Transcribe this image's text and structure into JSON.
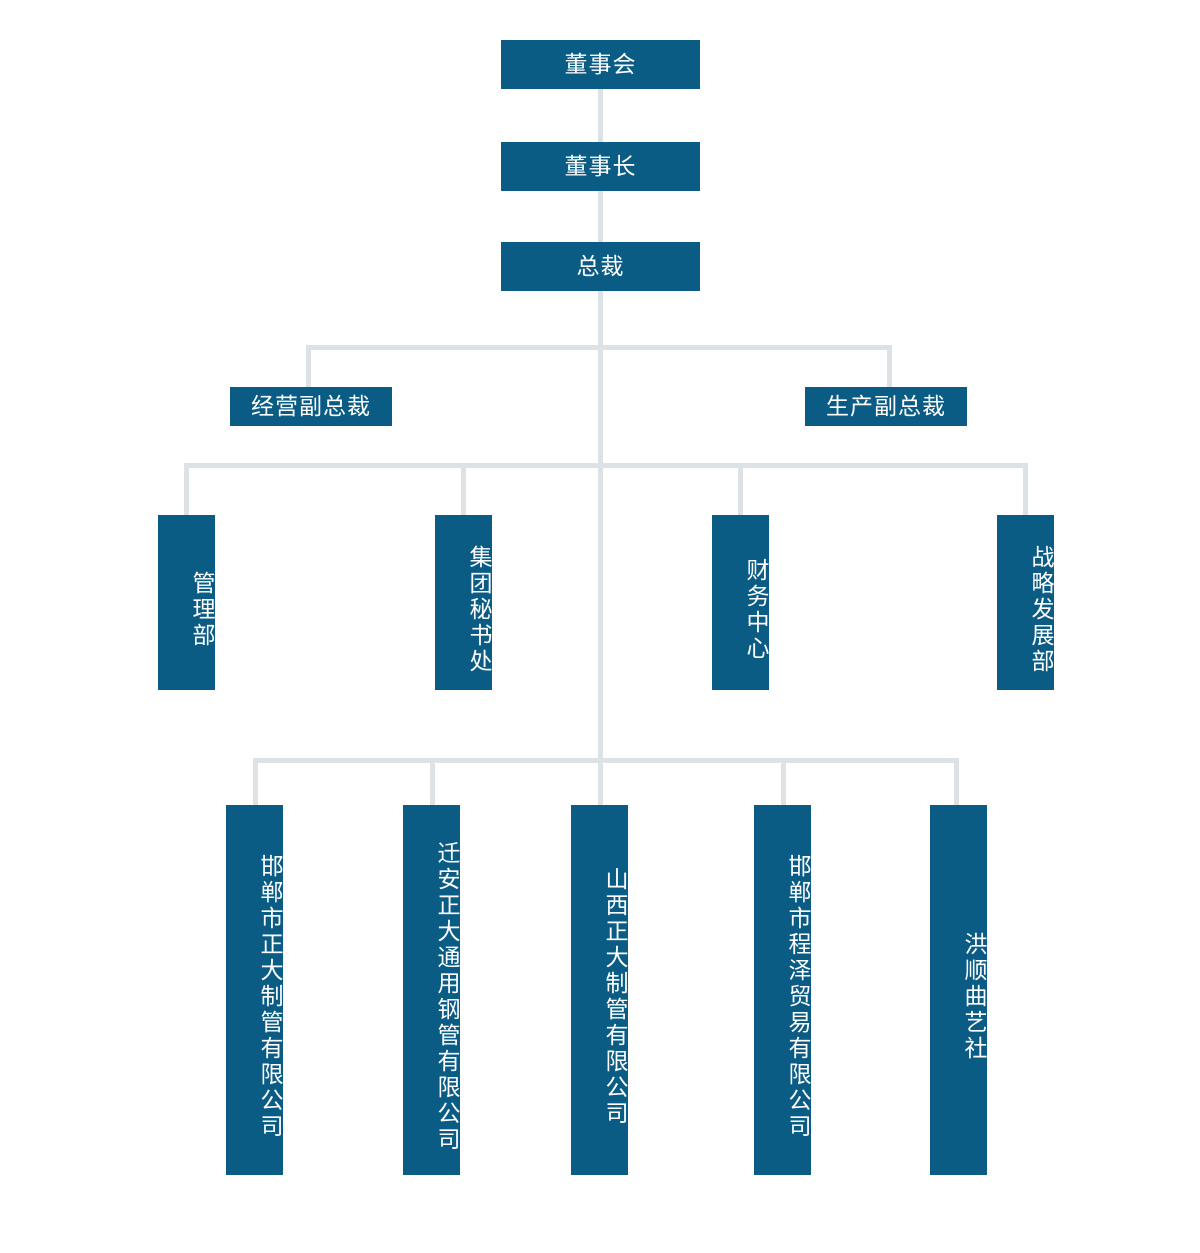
{
  "chart_data": {
    "type": "diagram",
    "title": "",
    "subtype": "organization-chart",
    "orientation": "top-down",
    "colors": {
      "node_fill": "#0b5c85",
      "node_text": "#ffffff",
      "connector": "#dce2e6",
      "background": "#ffffff"
    },
    "levels": [
      {
        "level": 1,
        "nodes": [
          "董事会"
        ]
      },
      {
        "level": 2,
        "nodes": [
          "董事长"
        ]
      },
      {
        "level": 3,
        "nodes": [
          "总裁"
        ]
      },
      {
        "level": 4,
        "nodes": [
          "经营副总裁",
          "生产副总裁"
        ]
      },
      {
        "level": 5,
        "nodes": [
          "管理部",
          "集团秘书处",
          "财务中心",
          "战略发展部"
        ]
      },
      {
        "level": 6,
        "nodes": [
          "邯郸市正大制管有限公司",
          "迁安正大通用钢管有限公司",
          "山西正大制管有限公司",
          "邯郸市程泽贸易有限公司",
          "洪顺曲艺社"
        ]
      }
    ],
    "edges": [
      {
        "from": "董事会",
        "to": "董事长"
      },
      {
        "from": "董事长",
        "to": "总裁"
      },
      {
        "from": "总裁",
        "to": "经营副总裁"
      },
      {
        "from": "总裁",
        "to": "生产副总裁"
      },
      {
        "from": "总裁",
        "to": "管理部"
      },
      {
        "from": "总裁",
        "to": "集团秘书处"
      },
      {
        "from": "总裁",
        "to": "财务中心"
      },
      {
        "from": "总裁",
        "to": "战略发展部"
      },
      {
        "from": "总裁",
        "to": "邯郸市正大制管有限公司"
      },
      {
        "from": "总裁",
        "to": "迁安正大通用钢管有限公司"
      },
      {
        "from": "总裁",
        "to": "山西正大制管有限公司"
      },
      {
        "from": "总裁",
        "to": "邯郸市程泽贸易有限公司"
      },
      {
        "from": "总裁",
        "to": "洪顺曲艺社"
      }
    ]
  },
  "nodes": {
    "board": {
      "label": "董事会"
    },
    "chairman": {
      "label": "董事长"
    },
    "president": {
      "label": "总裁"
    },
    "vp_operations": {
      "label": "经营副总裁"
    },
    "vp_production": {
      "label": "生产副总裁"
    },
    "dept_management": {
      "label": "管理部"
    },
    "dept_secretariat": {
      "label": "集团秘书处"
    },
    "dept_finance": {
      "label": "财务中心"
    },
    "dept_strategy": {
      "label": "战略发展部"
    },
    "sub_handan_zhengda": {
      "label": "邯郸市正大制管有限公司"
    },
    "sub_qianan_zhengda": {
      "label": "迁安正大通用钢管有限公司"
    },
    "sub_shanxi_zhengda": {
      "label": "山西正大制管有限公司"
    },
    "sub_handan_chengze": {
      "label": "邯郸市程泽贸易有限公司"
    },
    "sub_hongshun": {
      "label": "洪顺曲艺社"
    }
  }
}
